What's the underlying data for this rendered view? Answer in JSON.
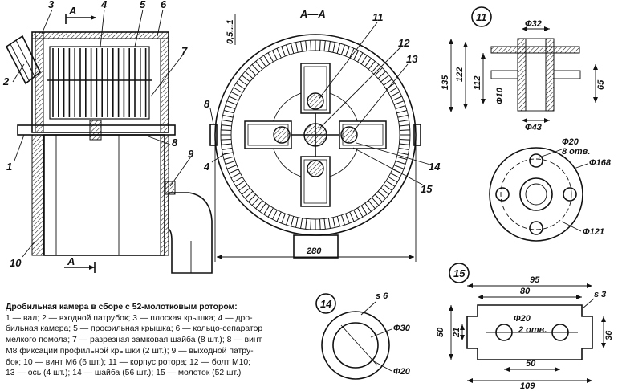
{
  "parts": {
    "n1": "1",
    "n2": "2",
    "n3": "3",
    "n4": "4",
    "n5": "5",
    "n6": "6",
    "n7": "7",
    "n8": "8",
    "n9": "9",
    "n10": "10",
    "n11": "11",
    "n12": "12",
    "n13": "13",
    "n14": "14",
    "n15": "15"
  },
  "section": {
    "label": "А—А",
    "arrow_label": "А"
  },
  "dims": {
    "gap": "0,5...1",
    "outer_dia": "280",
    "d32": "Ф32",
    "h135": "135",
    "h122": "122",
    "h112": "112",
    "d10": "Ф10",
    "h65": "65",
    "d43": "Ф43",
    "d20_holes": "Ф20",
    "holes8": "8 отв.",
    "d168": "Ф168",
    "d121": "Ф121",
    "s6": "s 6",
    "d30": "Ф30",
    "d20w": "Ф20",
    "w95": "95",
    "w80": "80",
    "s3": "s 3",
    "d20h": "Ф20",
    "holes2": "2 отв.",
    "h50": "50",
    "h21": "21",
    "h36": "36",
    "w50": "50",
    "w109": "109"
  },
  "caption": {
    "title": "Дробильная камера в сборе с 52-молотковым ротором:",
    "lines": [
      "1 — вал; 2 — входной патрубок; 3 — плоская крышка; 4 — дро-",
      "бильная камера; 5 — профильная крышка; 6 — кольцо-сепаратор",
      "мелкого помола; 7 — разрезная замковая шайба (8 шт.); 8 — винт",
      "М8 фиксации профильной крышки (2 шт.); 9 — выходной патру-",
      "бок; 10 — винт М6 (6 шт.); 11 — корпус ротора; 12 — болт М10;",
      "13 — ось (4 шт.); 14 — шайба (56 шт.); 15 — молоток (52 шт.)"
    ]
  }
}
